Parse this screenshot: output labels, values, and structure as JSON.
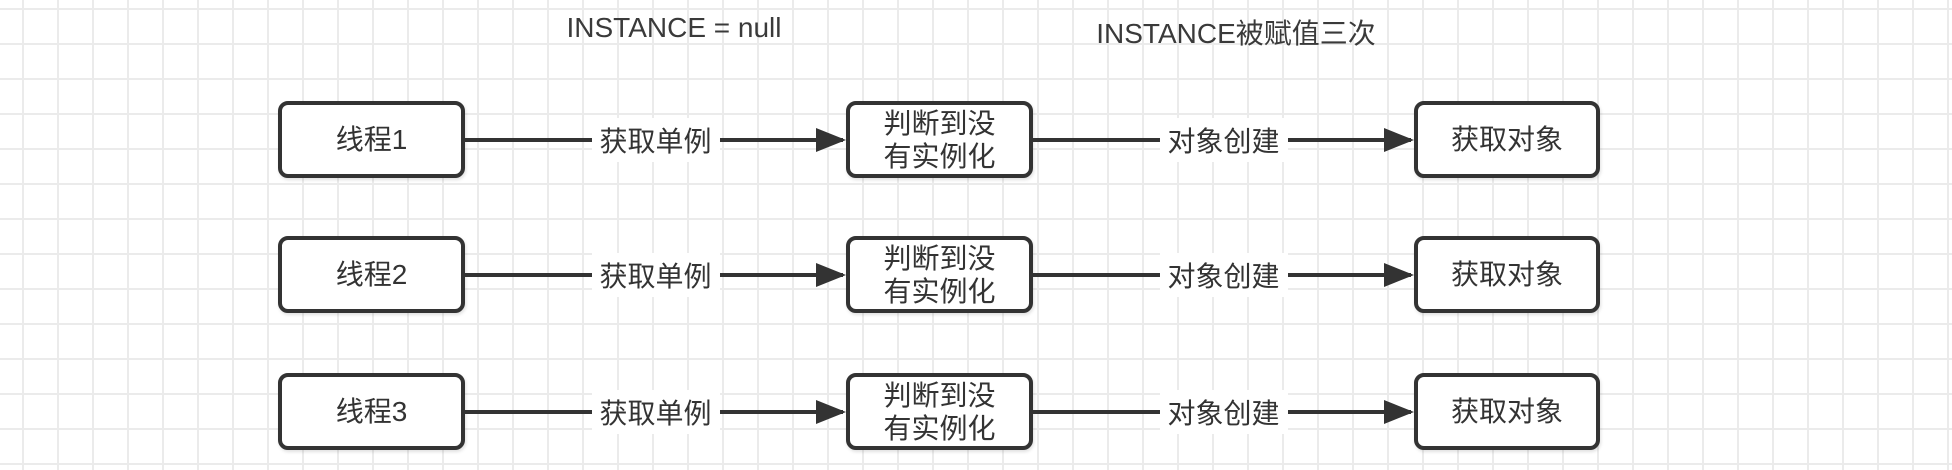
{
  "canvas": {
    "background_color": "#ffffff",
    "grid_color": "#ebebeb",
    "stroke_color": "#333333"
  },
  "icons": {
    "arrowhead": "filled-right-triangle"
  },
  "headers": [
    {
      "label": "INSTANCE = null"
    },
    {
      "label": "INSTANCE被赋值三次"
    }
  ],
  "rows": [
    {
      "thread": "线程1",
      "arrow1_label": "获取单例",
      "check_line1": "判断到没",
      "check_line2": "有实例化",
      "arrow2_label": "对象创建",
      "result": "获取对象"
    },
    {
      "thread": "线程2",
      "arrow1_label": "获取单例",
      "check_line1": "判断到没",
      "check_line2": "有实例化",
      "arrow2_label": "对象创建",
      "result": "获取对象"
    },
    {
      "thread": "线程3",
      "arrow1_label": "获取单例",
      "check_line1": "判断到没",
      "check_line2": "有实例化",
      "arrow2_label": "对象创建",
      "result": "获取对象"
    }
  ]
}
